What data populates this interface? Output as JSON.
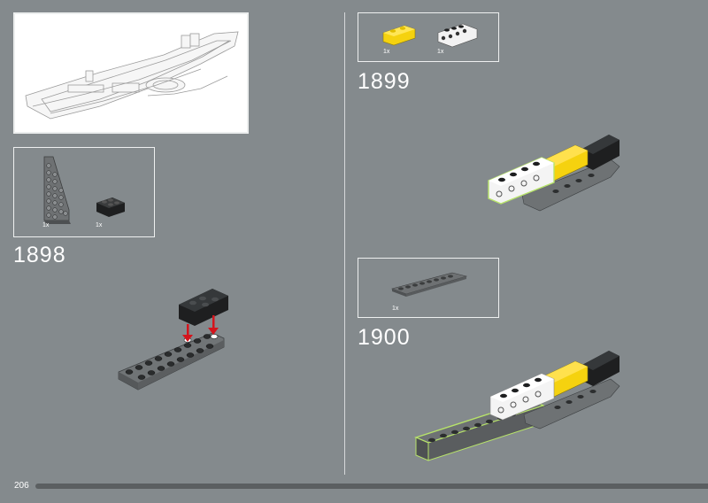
{
  "page": {
    "number": "206"
  },
  "steps": [
    {
      "number": "1898",
      "parts": [
        {
          "name": "wedge-plate-grey",
          "qty": "1x"
        },
        {
          "name": "slope-brick-black",
          "qty": "1x"
        }
      ]
    },
    {
      "number": "1899",
      "parts": [
        {
          "name": "brick-1x2-yellow",
          "qty": "1x"
        },
        {
          "name": "technic-brick-white",
          "qty": "1x"
        }
      ]
    },
    {
      "number": "1900",
      "parts": [
        {
          "name": "plate-1x8-grey",
          "qty": "1x"
        }
      ]
    }
  ],
  "colors": {
    "background": "#848a8d",
    "brick_yellow": "#f5d20f",
    "brick_black": "#1e1f20",
    "brick_white": "#f2f2f2",
    "plate_grey": "#6e7173",
    "arrow_red": "#d4141c",
    "highlight_green": "#b7e36a"
  },
  "icons": [
    "wedge-plate-icon",
    "slope-brick-icon",
    "yellow-brick-icon",
    "technic-brick-icon",
    "grey-plate-icon",
    "red-arrow-icon"
  ]
}
